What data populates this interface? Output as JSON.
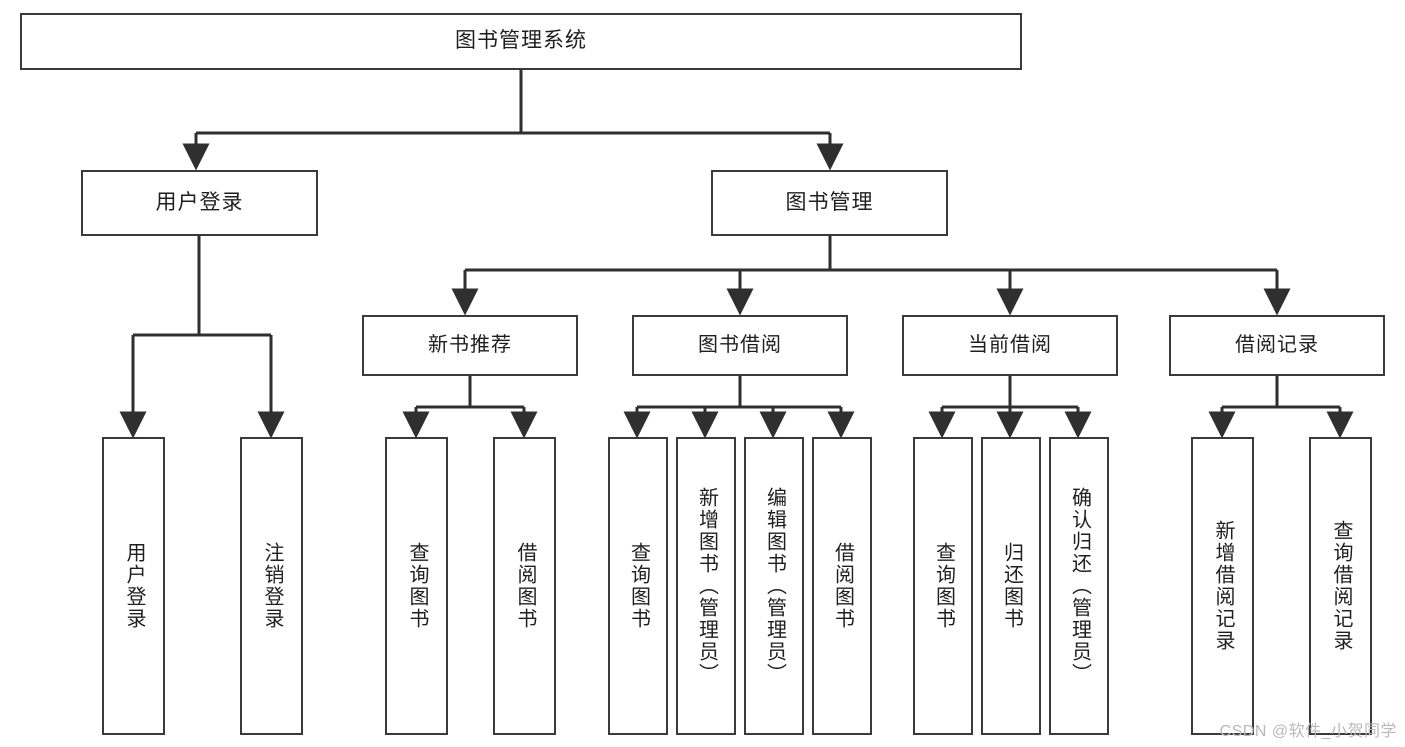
{
  "diagram": {
    "title": "图书管理系统",
    "type": "tree",
    "colors": {
      "box_border": "#3a3a3a",
      "box_fill": "#ffffff",
      "line": "#2f2f2f",
      "text": "#1f1f1f",
      "watermark": "#b9b9b9"
    },
    "root": {
      "label": "图书管理系统"
    },
    "level1": [
      {
        "label": "用户登录"
      },
      {
        "label": "图书管理"
      }
    ],
    "level2": [
      {
        "label": "新书推荐"
      },
      {
        "label": "图书借阅"
      },
      {
        "label": "当前借阅"
      },
      {
        "label": "借阅记录"
      }
    ],
    "leaves": {
      "user_login": [
        {
          "label": "用户登录"
        },
        {
          "label": "注销登录"
        }
      ],
      "new_book_recommend": [
        {
          "label": "查询图书"
        },
        {
          "label": "借阅图书"
        }
      ],
      "book_borrow": [
        {
          "label": "查询图书"
        },
        {
          "label": "新增图书（管理员）"
        },
        {
          "label": "编辑图书（管理员）"
        },
        {
          "label": "借阅图书"
        }
      ],
      "current_borrow": [
        {
          "label": "查询图书"
        },
        {
          "label": "归还图书"
        },
        {
          "label": "确认归还（管理员）"
        }
      ],
      "borrow_record": [
        {
          "label": "新增借阅记录"
        },
        {
          "label": "查询借阅记录"
        }
      ]
    }
  },
  "watermark": {
    "text": "CSDN @软件_小贺同学"
  }
}
